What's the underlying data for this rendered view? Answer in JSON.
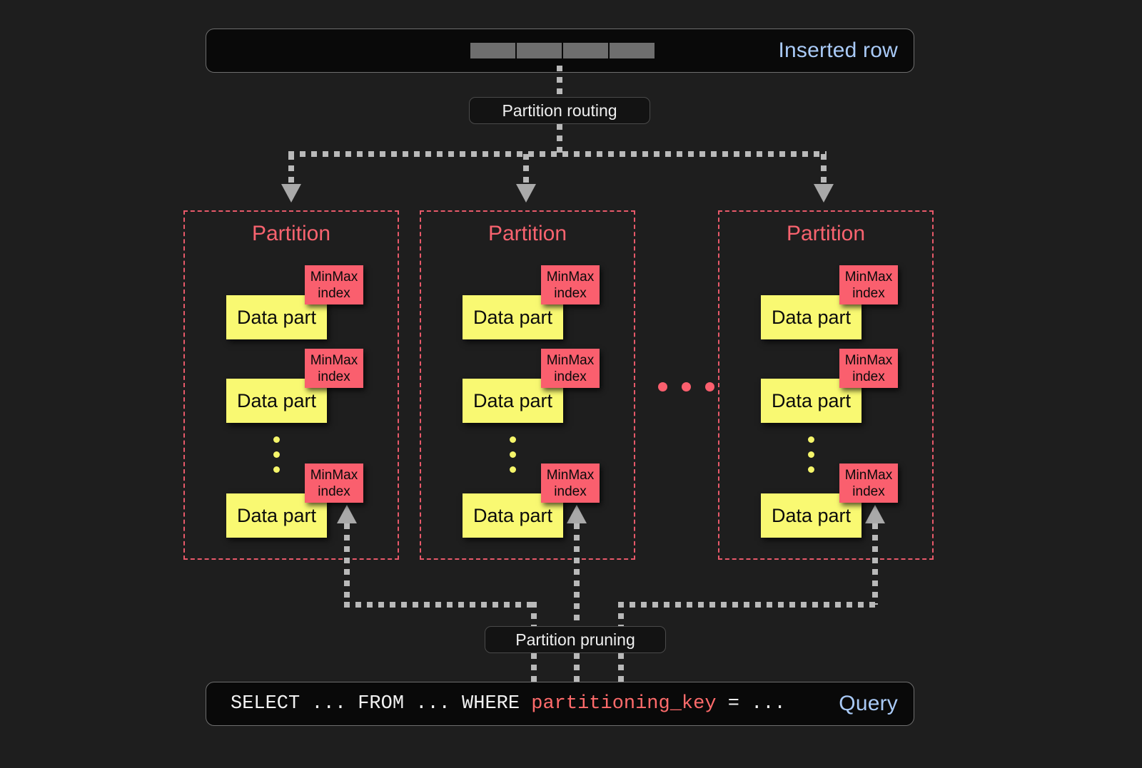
{
  "top_bar": {
    "label": "Inserted row",
    "cells": [
      "",
      "",
      "",
      ""
    ],
    "label_color": "#a9caf7"
  },
  "routing": {
    "label": "Partition routing"
  },
  "pruning": {
    "label": "Partition pruning"
  },
  "partitions": [
    {
      "title": "Partition",
      "parts": [
        {
          "data_label": "Data part",
          "index_label": "MinMax\nindex",
          "index_line1": "MinMax",
          "index_line2": "index"
        },
        {
          "data_label": "Data part",
          "index_label": "MinMax\nindex",
          "index_line1": "MinMax",
          "index_line2": "index"
        },
        {
          "data_label": "Data part",
          "index_label": "MinMax\nindex",
          "index_line1": "MinMax",
          "index_line2": "index"
        }
      ],
      "ellipsis": "3 vertical dots"
    },
    {
      "title": "Partition",
      "parts": [
        {
          "data_label": "Data part",
          "index_line1": "MinMax",
          "index_line2": "index"
        },
        {
          "data_label": "Data part",
          "index_line1": "MinMax",
          "index_line2": "index"
        },
        {
          "data_label": "Data part",
          "index_line1": "MinMax",
          "index_line2": "index"
        }
      ],
      "ellipsis": "3 vertical dots"
    },
    {
      "title": "Partition",
      "parts": [
        {
          "data_label": "Data part",
          "index_line1": "MinMax",
          "index_line2": "index"
        },
        {
          "data_label": "Data part",
          "index_line1": "MinMax",
          "index_line2": "index"
        },
        {
          "data_label": "Data part",
          "index_line1": "MinMax",
          "index_line2": "index"
        }
      ],
      "ellipsis": "3 vertical dots"
    }
  ],
  "between_partitions_ellipsis": "...",
  "query_bar": {
    "label": "Query",
    "prefix": "SELECT ... FROM ... WHERE ",
    "key": "partitioning_key",
    "suffix": " = ...",
    "key_color": "#ff6b6b",
    "label_color": "#a9caf7"
  },
  "colors": {
    "background": "#1e1e1e",
    "bar_fill": "#090909",
    "partition_border": "#e8596a",
    "partition_title": "#f8636f",
    "minmax_fill": "#fa5f6e",
    "datapart_fill": "#f9f972",
    "connector": "#b9b9b9",
    "arrow": "#a9a9a9"
  }
}
